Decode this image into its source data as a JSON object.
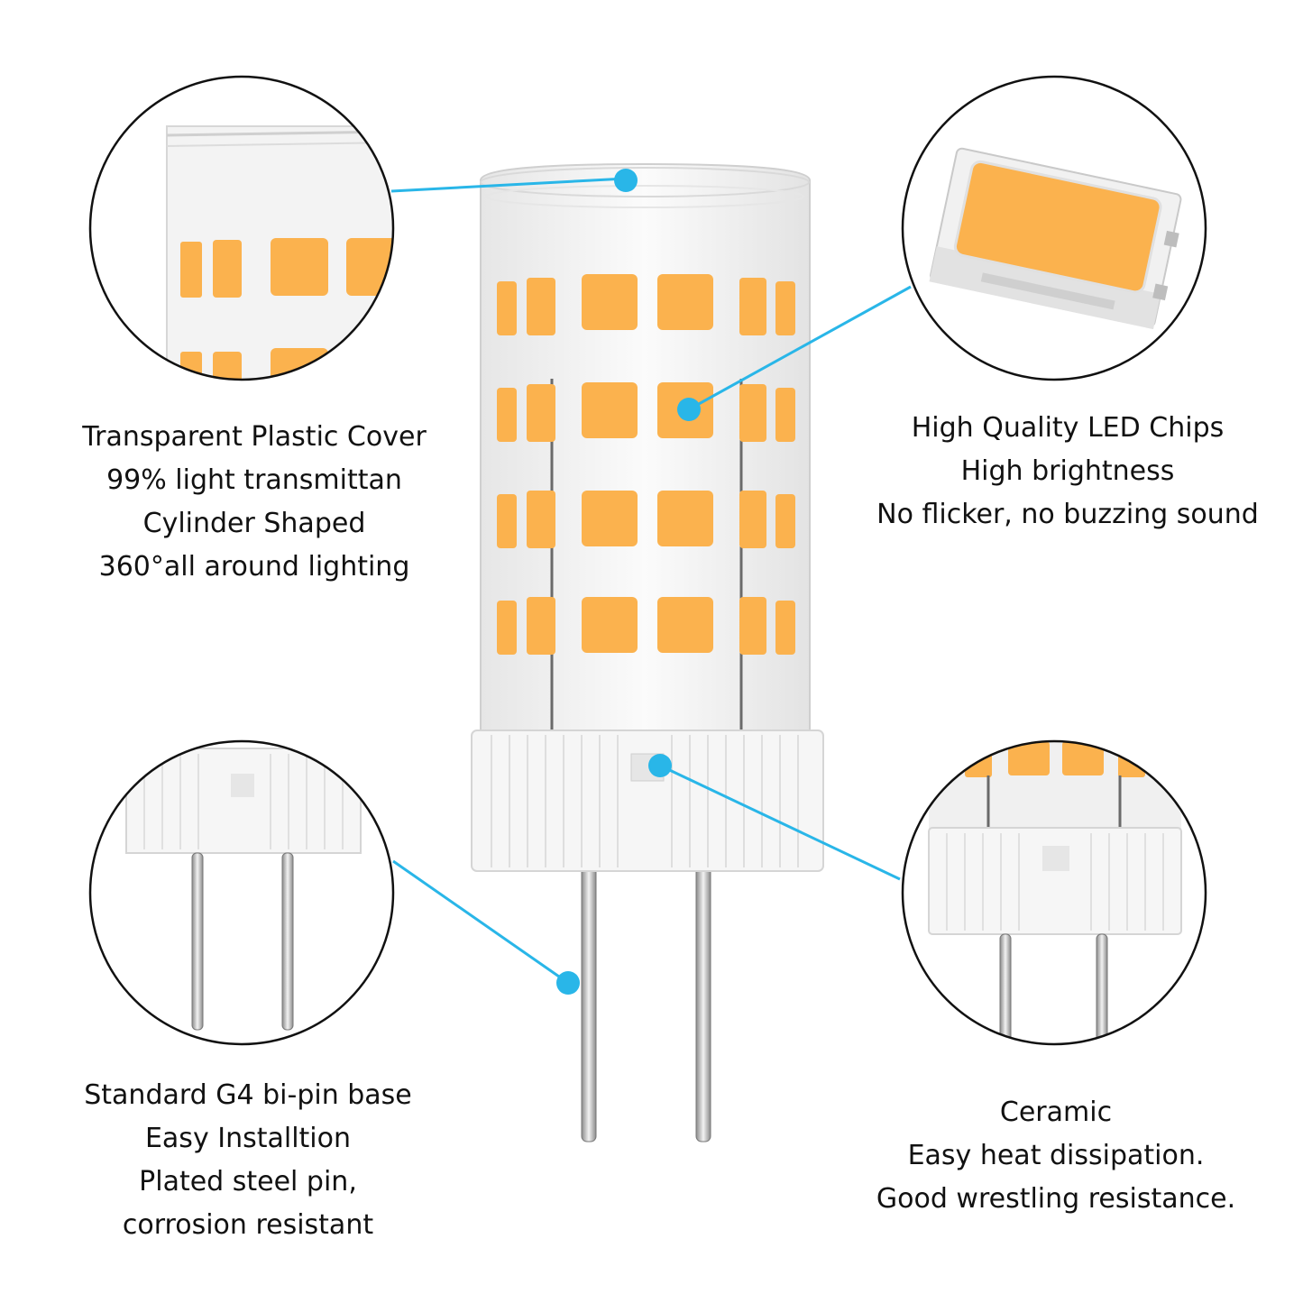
{
  "colors": {
    "accent": "#29b6e8",
    "led_orange": "#fbb24e",
    "led_orange_dark": "#f29a2b",
    "plastic": "#f1f1f1",
    "ceramic": "#f7f7f7",
    "outline": "#111111"
  },
  "icons": {
    "cover_callout": "circle-zoom-cover-icon",
    "chip_callout": "circle-zoom-led-chip-icon",
    "pin_callout": "circle-zoom-pin-base-icon",
    "ceramic_callout": "circle-zoom-ceramic-base-icon"
  },
  "captions": {
    "cover": [
      "Transparent Plastic Cover",
      "99% light transmittan",
      "Cylinder Shaped",
      "360°all around lighting"
    ],
    "chips": [
      "High Quality LED Chips",
      "High brightness",
      "No flicker, no buzzing sound"
    ],
    "pins": [
      "Standard G4 bi-pin base",
      "Easy Installtion",
      "Plated steel pin,",
      "corrosion resistant"
    ],
    "ceramic": [
      "Ceramic",
      "Easy heat dissipation.",
      "Good wrestling resistance."
    ]
  }
}
